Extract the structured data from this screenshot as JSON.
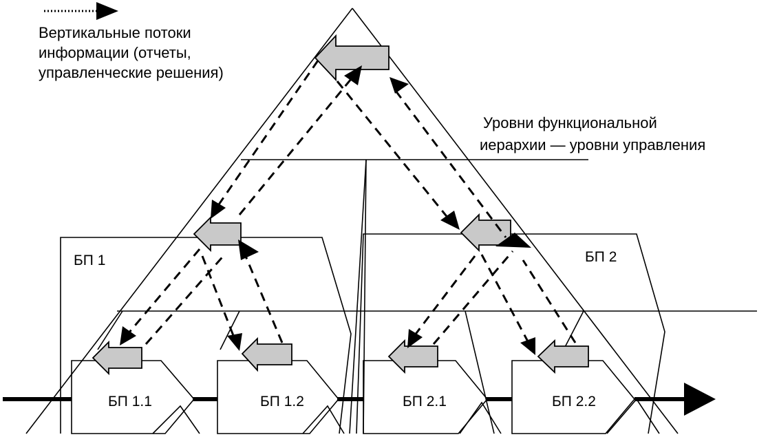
{
  "legend": {
    "lines": [
      "Вертикальные потоки",
      "информации (отчеты,",
      "управленческие решения)"
    ]
  },
  "levels": {
    "lines": [
      "Уровни функциональной",
      "иерархии — уровни управления"
    ]
  },
  "processes": {
    "bp1": "БП 1",
    "bp2": "БП 2",
    "bp11": "БП 1.1",
    "bp12": "БП 1.2",
    "bp21": "БП 2.1",
    "bp22": "БП 2.2"
  },
  "colors": {
    "stroke": "#000000",
    "arrow_fill": "#c9c9c9",
    "background": "#ffffff"
  }
}
